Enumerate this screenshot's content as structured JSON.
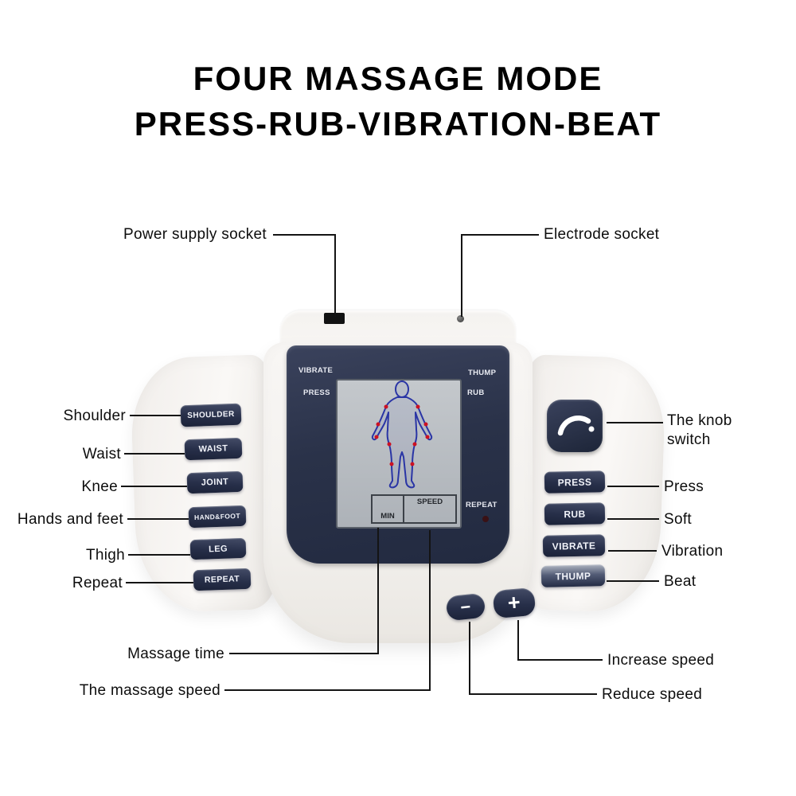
{
  "title": {
    "line1": "FOUR MASSAGE MODE",
    "line2": "PRESS-RUB-VIBRATION-BEAT"
  },
  "callouts": {
    "power_supply": "Power supply socket",
    "electrode": "Electrode socket",
    "shoulder": "Shoulder",
    "waist": "Waist",
    "knee": "Knee",
    "hands_feet": "Hands and feet",
    "thigh": "Thigh",
    "repeat": "Repeat",
    "massage_time": "Massage time",
    "massage_speed": "The massage speed",
    "knob_switch": "The knob switch",
    "press": "Press",
    "soft": "Soft",
    "vibration": "Vibration",
    "beat": "Beat",
    "increase_speed": "Increase speed",
    "reduce_speed": "Reduce speed"
  },
  "device": {
    "screen": {
      "vibrate": "VIBRATE",
      "press": "PRESS",
      "thump": "THUMP",
      "rub": "RUB",
      "repeat": "REPEAT",
      "speed": "SPEED",
      "min": "MIN"
    },
    "left_buttons": [
      "SHOULDER",
      "WAIST",
      "JOINT",
      "HAND&FOOT",
      "LEG",
      "REPEAT"
    ],
    "right_buttons": [
      "PRESS",
      "RUB",
      "VIBRATE",
      "THUMP"
    ],
    "minus": "−",
    "plus": "+"
  },
  "colors": {
    "button": "#242c44",
    "screen_bezel": "#2a3248",
    "lcd": "#b9bec4",
    "figure": "#2a35a5",
    "acupoint": "#cc1122",
    "annotation_line": "#141414"
  }
}
